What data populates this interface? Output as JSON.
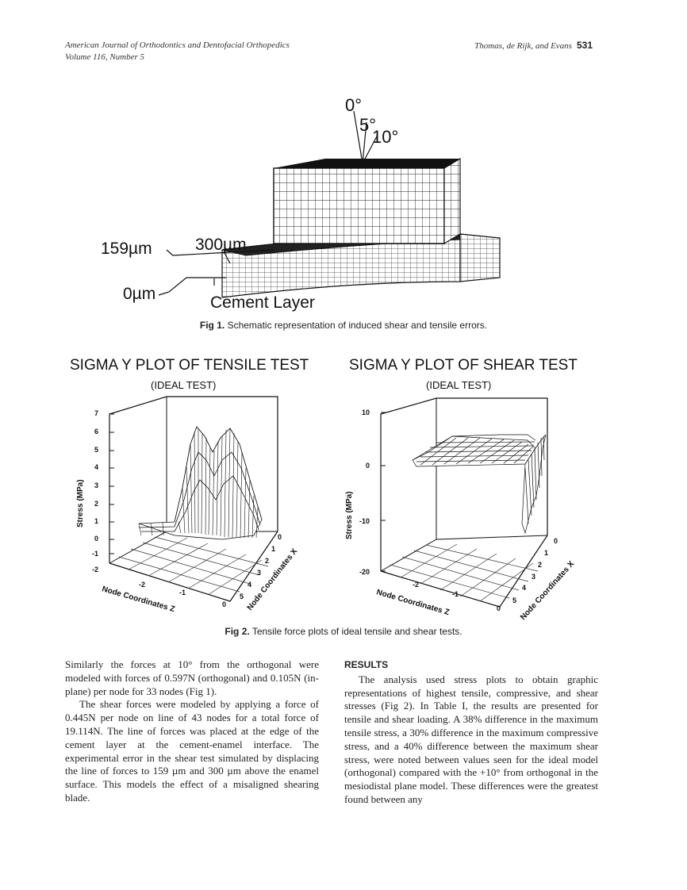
{
  "header": {
    "journal": "American Journal of Orthodontics and Dentofacial Orthopedics",
    "volume": "Volume 116, Number 5",
    "authors": "Thomas, de Rijk, and Evans",
    "page": "531"
  },
  "figure1": {
    "angle_0": "0°",
    "angle_5": "5°",
    "angle_10": "10°",
    "label_159": "159µm",
    "label_300": "300µm",
    "label_0": "0µm",
    "label_cement": "Cement Layer",
    "caption_num": "Fig 1.",
    "caption_text": " Schematic representation of induced shear and tensile errors."
  },
  "figure2": {
    "caption_num": "Fig 2.",
    "caption_text": " Tensile force plots of ideal tensile and shear tests.",
    "left": {
      "title": "SIGMA Y PLOT OF TENSILE TEST",
      "subtitle": "(IDEAL TEST)",
      "ylabel": "Stress (MPa)",
      "zlabel": "Node Coordinates Z",
      "xlabel": "Node Coordinates X",
      "yticks": [
        "7",
        "6",
        "5",
        "4",
        "3",
        "2",
        "1",
        "0",
        "-1",
        "-2"
      ],
      "zticks": [
        "-2",
        "-1",
        "0"
      ],
      "xticks": [
        "0",
        "1",
        "2",
        "3",
        "4",
        "5"
      ]
    },
    "right": {
      "title": "SIGMA Y PLOT OF SHEAR TEST",
      "subtitle": "(IDEAL TEST)",
      "ylabel": "Stress (MPa)",
      "zlabel": "Node Coordinates Z",
      "xlabel": "Node Coordinates X",
      "yticks": [
        "10",
        "0",
        "-10",
        "-20"
      ],
      "zticks": [
        "-2",
        "-1",
        "0"
      ],
      "xticks": [
        "0",
        "1",
        "2",
        "3",
        "4",
        "5"
      ]
    }
  },
  "body": {
    "left_p1": "Similarly the forces at 10° from the orthogonal were modeled with forces of 0.597N (orthogonal) and 0.105N (in-plane) per node for 33 nodes (Fig 1).",
    "left_p2": "The shear forces were modeled by applying a force of 0.445N per node on line of 43 nodes for a total force of 19.114N. The line of forces was placed at the edge of the cement layer at the cement-enamel interface. The experimental error in the shear test simulated by displacing the line of forces to 159 µm and 300 µm above the enamel surface. This models the effect of a misaligned shearing blade.",
    "right_heading": "RESULTS",
    "right_p1": "The analysis used stress plots to obtain graphic representations of highest tensile, compressive, and shear stresses (Fig 2). In Table I, the results are presented for tensile and shear loading. A 38% difference in the maximum tensile stress, a 30% difference in the maximum compressive stress, and a 40% difference between the maximum shear stress, were noted between values seen for the ideal model (orthogonal) compared with the +10° from orthogonal in the mesiodistal plane model. These differences were the greatest found between any"
  }
}
